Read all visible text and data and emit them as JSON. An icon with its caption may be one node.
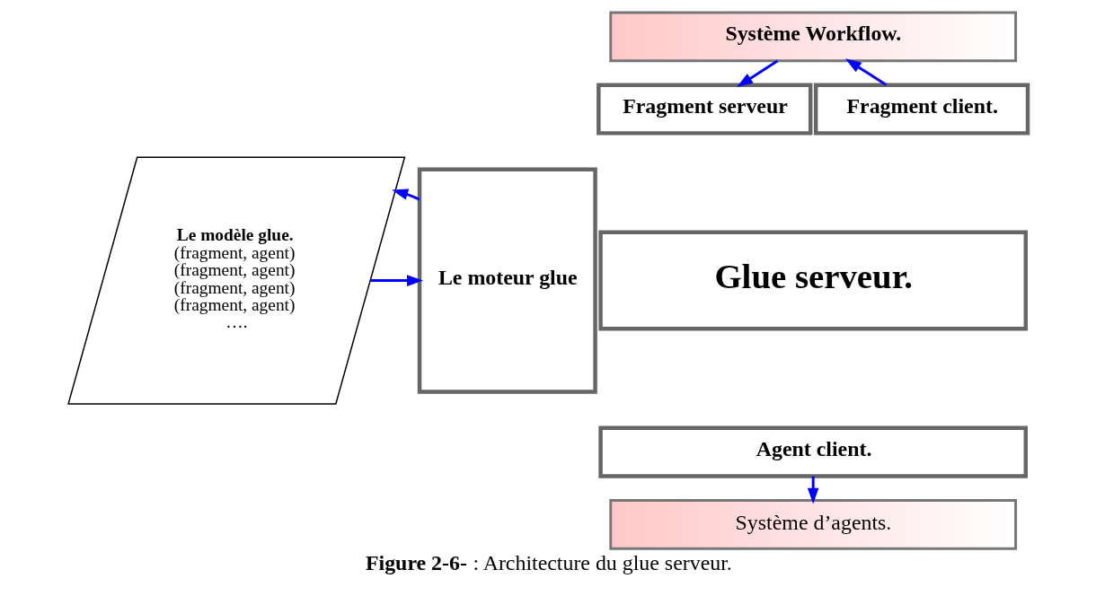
{
  "diagram": {
    "caption": "**Figure 2-6-** : Architecture du glue serveur.",
    "nodes": [
      {
        "text": [
          "Système Workflow."
        ]
      },
      {
        "text": [
          "Le modèle glue.",
          "(fragment, agent)",
          "(fragment, agent)",
          "(fragment, agent)",
          "(fragment, agent)",
          "…."
        ]
      },
      {
        "text": [
          "Le moteur glue"
        ]
      },
      {
        "text": [
          "Fragment serveur"
        ]
      },
      {
        "text": [
          "Fragment client."
        ]
      },
      {
        "text": [
          "Glue serveur."
        ]
      },
      {
        "text": [
          "Agent client."
        ]
      },
      {
        "text": [
          "Système d’agents."
        ]
      }
    ],
    "edges": [
      {
        "from": 0,
        "to": 3,
        "arrow": "to"
      },
      {
        "from": 4,
        "to": 0,
        "arrow": "to"
      },
      {
        "from": 1,
        "to": 2,
        "arrow": "to"
      },
      {
        "from": 2,
        "to": 1,
        "arrow": "to"
      },
      {
        "from": 6,
        "to": 7,
        "arrow": "to"
      }
    ]
  }
}
